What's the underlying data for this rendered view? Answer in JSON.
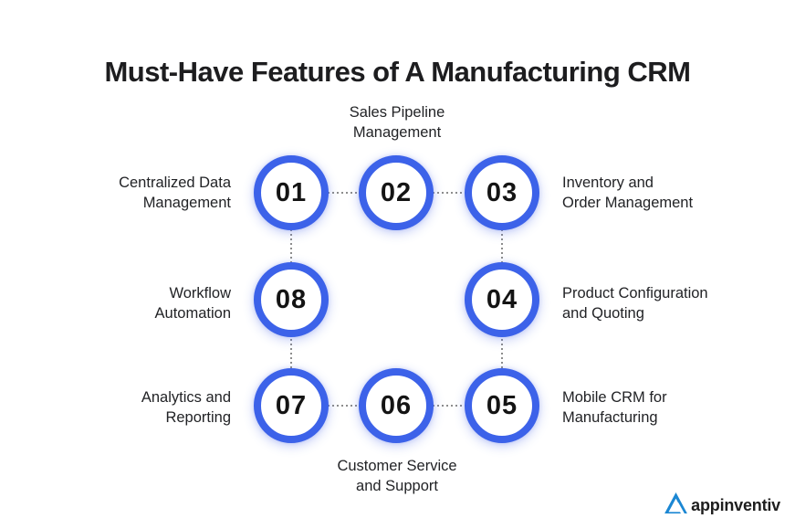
{
  "title": "Must-Have Features of A Manufacturing CRM",
  "features": [
    {
      "number": "01",
      "label": "Centralized Data Management",
      "lines": [
        "Centralized Data",
        "Management"
      ]
    },
    {
      "number": "02",
      "label": "Sales Pipeline Management",
      "lines": [
        "Sales Pipeline",
        "Management"
      ]
    },
    {
      "number": "03",
      "label": "Inventory and Order Management",
      "lines": [
        "Inventory and",
        "Order Management"
      ]
    },
    {
      "number": "04",
      "label": "Product Configuration and Quoting",
      "lines": [
        "Product Configuration",
        "and Quoting"
      ]
    },
    {
      "number": "05",
      "label": "Mobile CRM for Manufacturing",
      "lines": [
        "Mobile CRM for",
        "Manufacturing"
      ]
    },
    {
      "number": "06",
      "label": "Customer Service and Support",
      "lines": [
        "Customer Service",
        "and Support"
      ]
    },
    {
      "number": "07",
      "label": "Analytics and Reporting",
      "lines": [
        "Analytics and",
        "Reporting"
      ]
    },
    {
      "number": "08",
      "label": "Workflow Automation",
      "lines": [
        "Workflow",
        "Automation"
      ]
    }
  ],
  "colors": {
    "background": "#FFFFFF",
    "circle_border": "#3C62E9",
    "number_text": "#141414",
    "label_text": "#222326",
    "title_text": "#1D1D1F",
    "connector": "#8D8D8D",
    "logo_blue": "#1B87D3",
    "logo_text": "#1E1E1E"
  },
  "logo": {
    "text": "appinventiv",
    "icon": "appinventiv-triangle-icon"
  }
}
